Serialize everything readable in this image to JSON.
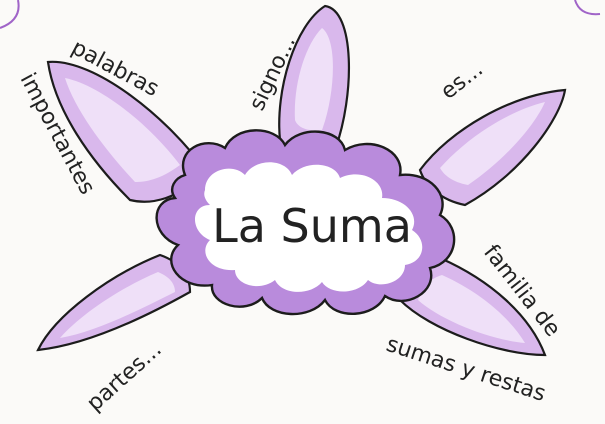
{
  "title": "La Suma",
  "petals": [
    {
      "label": "palabras"
    },
    {
      "label": "importantes"
    },
    {
      "label": "signo..."
    },
    {
      "label": "es..."
    },
    {
      "label": "familia de"
    },
    {
      "label": "sumas y restas"
    },
    {
      "label": "partes..."
    }
  ],
  "colors": {
    "petal_fill": "#d9b8ec",
    "petal_fill_light": "#efe0f8",
    "cloud_fill": "#b98bdc",
    "cloud_inner": "#ffffff",
    "outline": "#1c1c1c",
    "background": "#fbfaf8"
  }
}
